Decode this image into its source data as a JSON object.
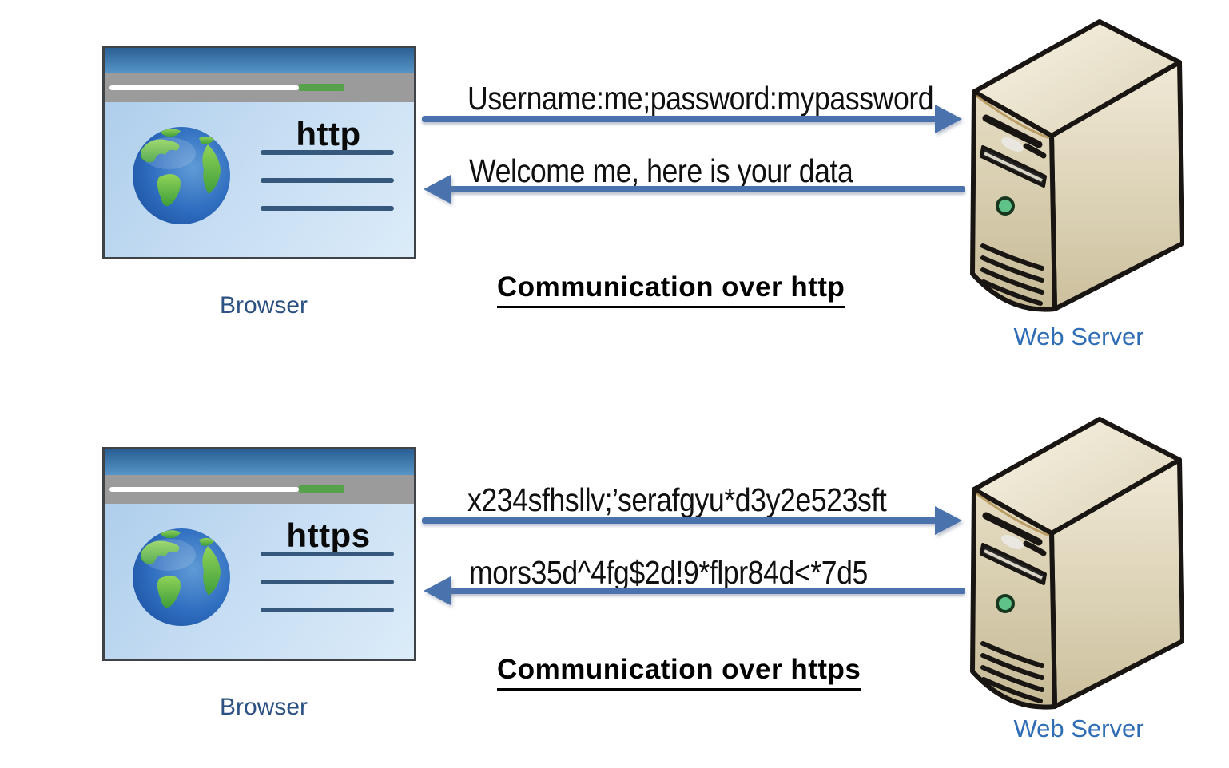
{
  "sections": [
    {
      "protocol": "http",
      "browser_label": "Browser",
      "server_label": "Web Server",
      "request_message": "Username:me;password:mypassword",
      "response_message": "Welcome me, here is your data",
      "caption": "Communication over http"
    },
    {
      "protocol": "https",
      "browser_label": "Browser",
      "server_label": "Web Server",
      "request_message": "x234sfhsllv;’serafgyu*d3y2e523sft",
      "response_message": "mors35d^4fg$2d!9*flpr84d<*7d5",
      "caption": "Communication over https"
    }
  ],
  "icons": {
    "browser_content": "globe-icon",
    "server": "server-tower-icon"
  },
  "colors": {
    "arrow": "#4a73ad",
    "browser_label_text": "#2d5182",
    "server_label_text": "#2f6db5",
    "caption_text": "#000000",
    "browser_titlebar": "#2a5f94",
    "browser_toolbar": "#9b9b9b",
    "progress_green": "#55a24b",
    "server_body": "#d8cdae"
  }
}
